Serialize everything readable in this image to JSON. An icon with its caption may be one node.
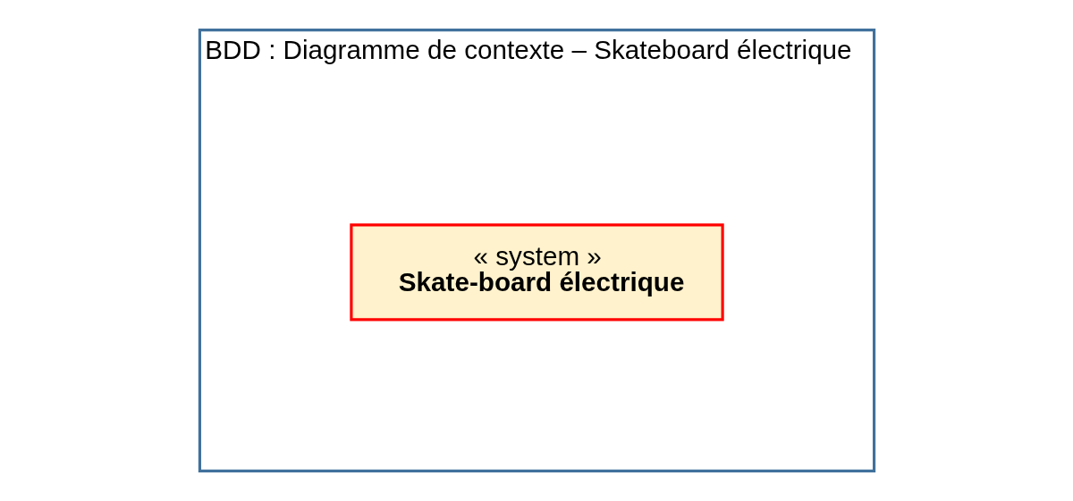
{
  "diagram": {
    "nodes": [
      {
        "text": [
          "BDD : Diagramme de contexte – Skateboard électrique"
        ]
      },
      {
        "text": [
          "« system »",
          "Skate-board électrique"
        ],
        "in": 0
      }
    ],
    "edges": []
  }
}
